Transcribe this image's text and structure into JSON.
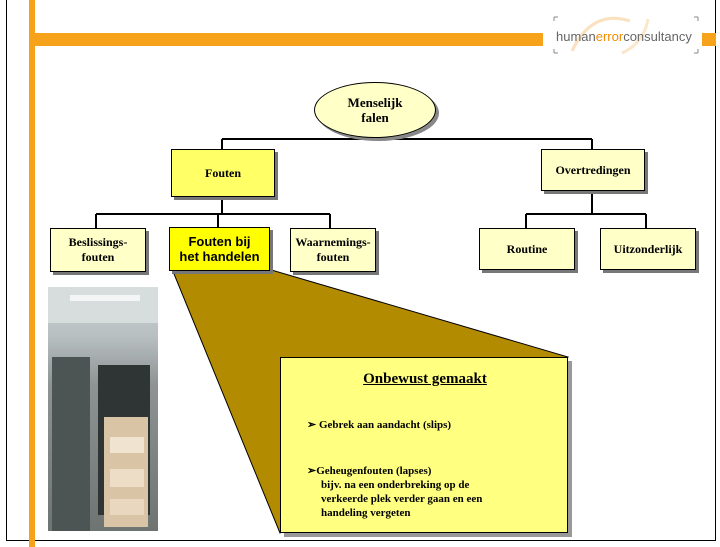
{
  "logo": {
    "prefix": "human",
    "accent": "error",
    "suffix": "consultancy"
  },
  "diagram": {
    "root": {
      "line1": "Menselijk",
      "line2": "falen"
    },
    "fouten": "Fouten",
    "overtredingen": "Overtredingen",
    "beslissings": {
      "line1": "Beslissings-",
      "line2": "fouten"
    },
    "handelen": {
      "line1": "Fouten bij",
      "line2": "het handelen"
    },
    "waarnemings": {
      "line1": "Waarnemings-",
      "line2": "fouten"
    },
    "routine": "Routine",
    "uitzonderlijk": "Uitzonderlijk"
  },
  "callout": {
    "title": "Onbewust gemaakt",
    "item1": "➢ Gebrek aan aandacht  (slips)",
    "item2": "➢Geheugenfouten (lapses)",
    "item2_detail1": "bijv. na een onderbreking op de",
    "item2_detail2": "verkeerde plek verder gaan en een",
    "item2_detail3": "handeling vergeten"
  },
  "colors": {
    "accent_orange": "#f6a31b",
    "box_fill": "#ffffc8",
    "highlight_fill": "#ffff00",
    "wedge_fill": "#b38b00",
    "callout_fill": "#ffff80"
  }
}
